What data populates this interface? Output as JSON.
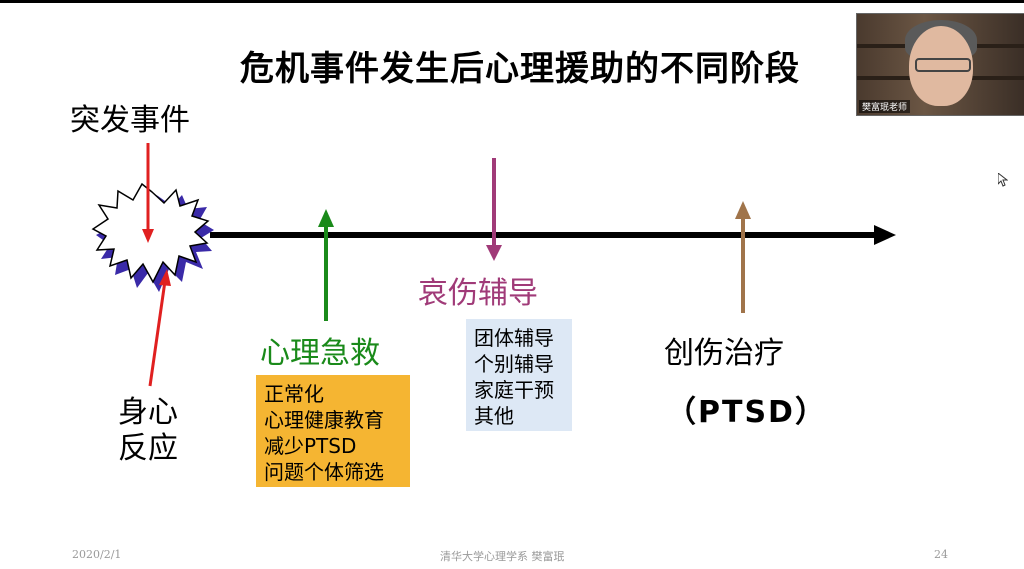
{
  "slide": {
    "title": "危机事件发生后心理援助的不同阶段",
    "event_label": "突发事件",
    "reaction_label_line1": "身心",
    "reaction_label_line2": "反应",
    "first_aid_label": "心理急救",
    "first_aid_items": [
      "正常化",
      "心理健康教育",
      "减少PTSD",
      "问题个体筛选"
    ],
    "grief_label": "哀伤辅导",
    "grief_items": [
      "团体辅导",
      "个别辅导",
      "家庭干预",
      "其他"
    ],
    "trauma_label": "创伤治疗",
    "trauma_sub": "（PTSD）"
  },
  "footer": {
    "date": "2020/2/1",
    "center": "清华大学心理学系  樊富珉",
    "page": "24"
  },
  "webcam": {
    "name": "樊富珉老师"
  },
  "colors": {
    "first_aid": "#1a8a1a",
    "grief": "#a03a78",
    "trauma_arrow": "#a0744a",
    "event_arrow": "#e02020",
    "orange_box": "#f5b532",
    "blue_box": "#dde8f5",
    "burst_edge": "#3a2aa8"
  }
}
